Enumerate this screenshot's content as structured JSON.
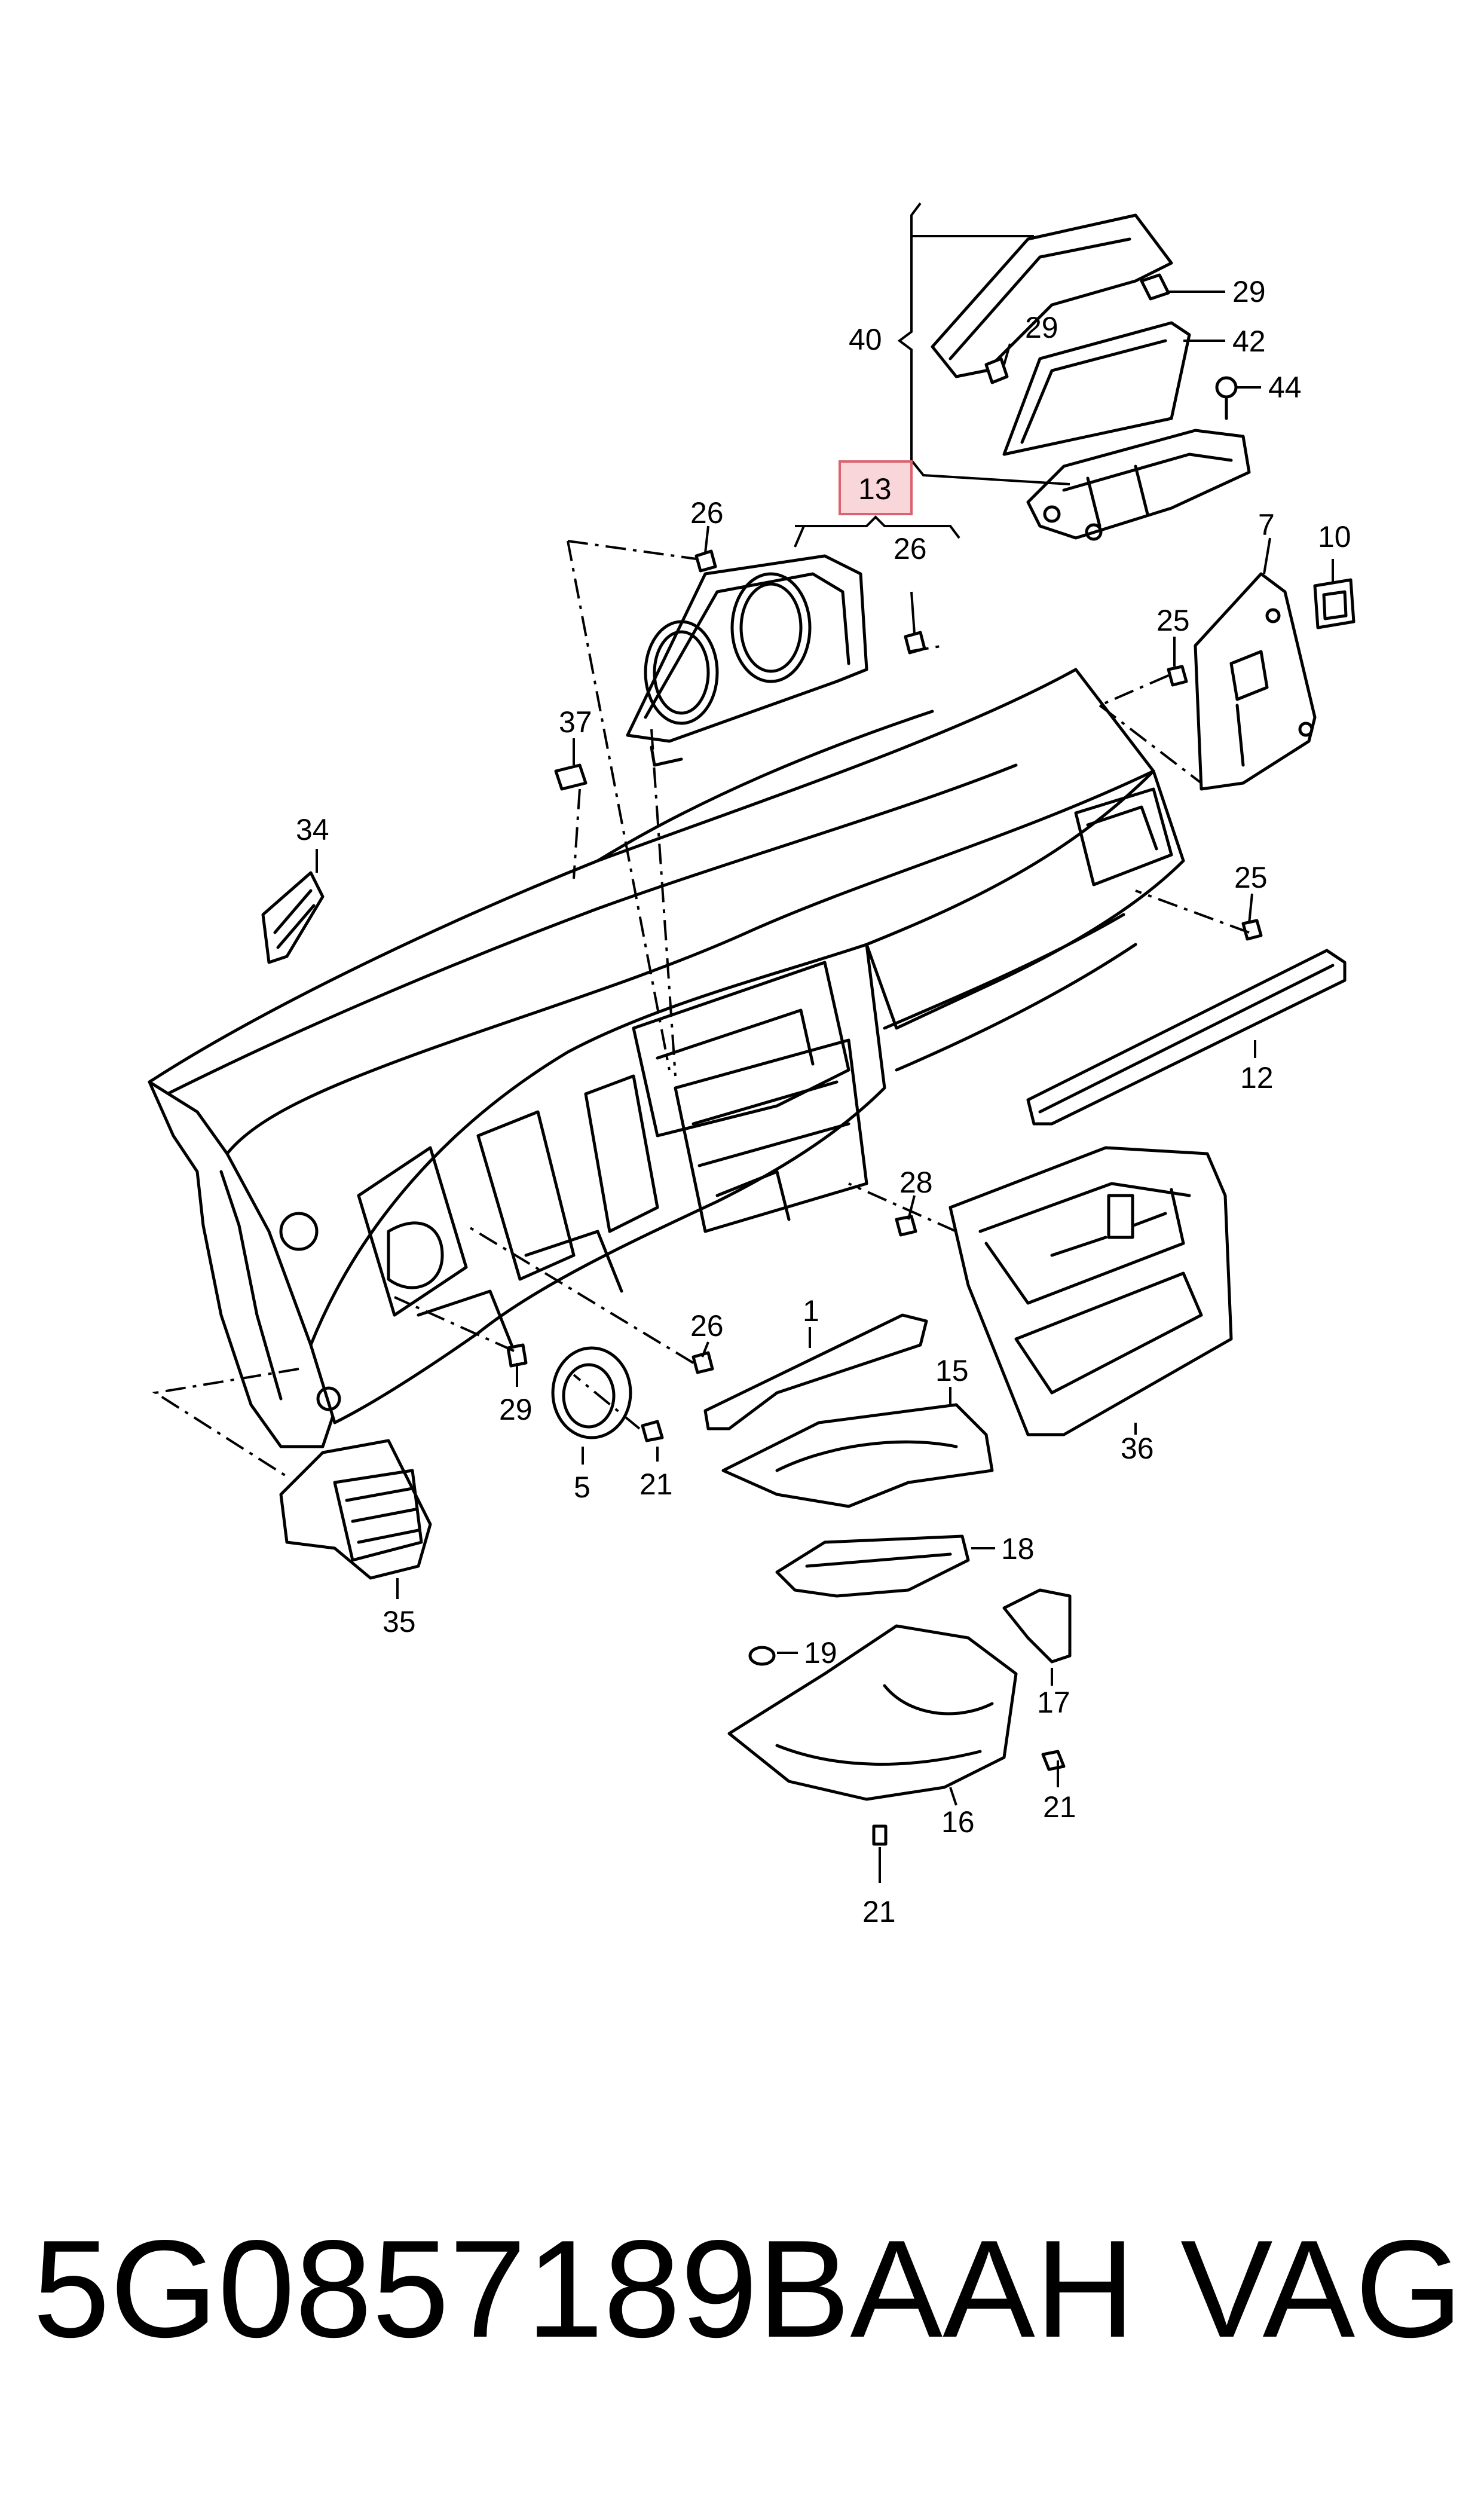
{
  "callouts": {
    "c40": "40",
    "c29a": "29",
    "c29b": "29",
    "c42": "42",
    "c44": "44",
    "c13": "13",
    "c26a": "26",
    "c26b": "26",
    "c7": "7",
    "c10": "10",
    "c25a": "25",
    "c37": "37",
    "c34": "34",
    "c25b": "25",
    "c12": "12",
    "c28": "28",
    "c26c": "26",
    "c1": "1",
    "c15": "15",
    "c29c": "29",
    "c5": "5",
    "c21a": "21",
    "c36": "36",
    "c18": "18",
    "c35": "35",
    "c19": "19",
    "c17": "17",
    "c21b": "21",
    "c16": "16",
    "c21c": "21"
  },
  "highlighted_callout": "13",
  "highlight_color": "#f9d6d9",
  "highlight_border_color": "#d9636f",
  "footer": {
    "part_number": "5G0857189BAAH",
    "brand": "VAG"
  }
}
